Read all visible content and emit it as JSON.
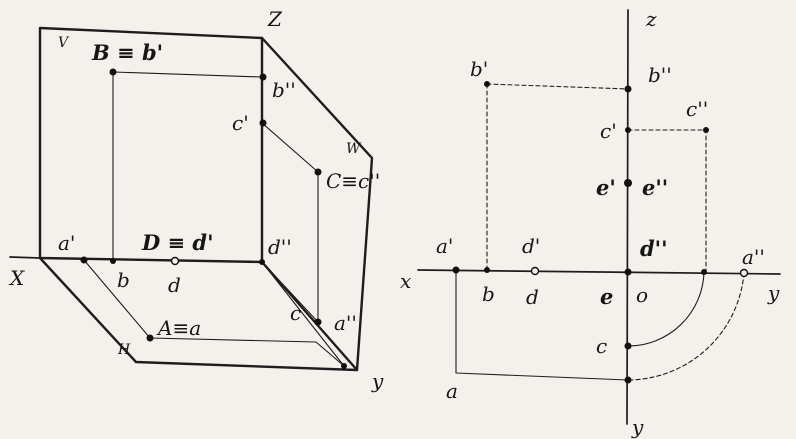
{
  "left_view": {
    "plane_v": "V",
    "plane_w": "W",
    "plane_h": "H",
    "axis_z": "Z",
    "axis_x": "X",
    "axis_y": "y",
    "point_B": "B ≡ b'",
    "point_b2": "b''",
    "point_c1": "c'",
    "point_C": "C≡c''",
    "point_a1": "a'",
    "point_b": "b",
    "point_D": "D ≡ d'",
    "point_d": "d",
    "point_d2": "d''",
    "point_c": "c",
    "point_a2": "a''",
    "point_A": "A≡a"
  },
  "right_view": {
    "axis_z": "z",
    "axis_x": "x",
    "axis_y_right": "y",
    "axis_y_down": "y",
    "origin": "o",
    "point_b1": "b'",
    "point_b2": "b''",
    "point_c1": "c'",
    "point_c2": "c''",
    "point_e1": "e'",
    "point_e2": "e''",
    "point_a1": "a'",
    "point_d1": "d'",
    "point_d2": "d''",
    "point_a2": "a''",
    "point_b": "b",
    "point_d": "d",
    "point_e": "e",
    "point_c": "c",
    "point_a": "a"
  }
}
